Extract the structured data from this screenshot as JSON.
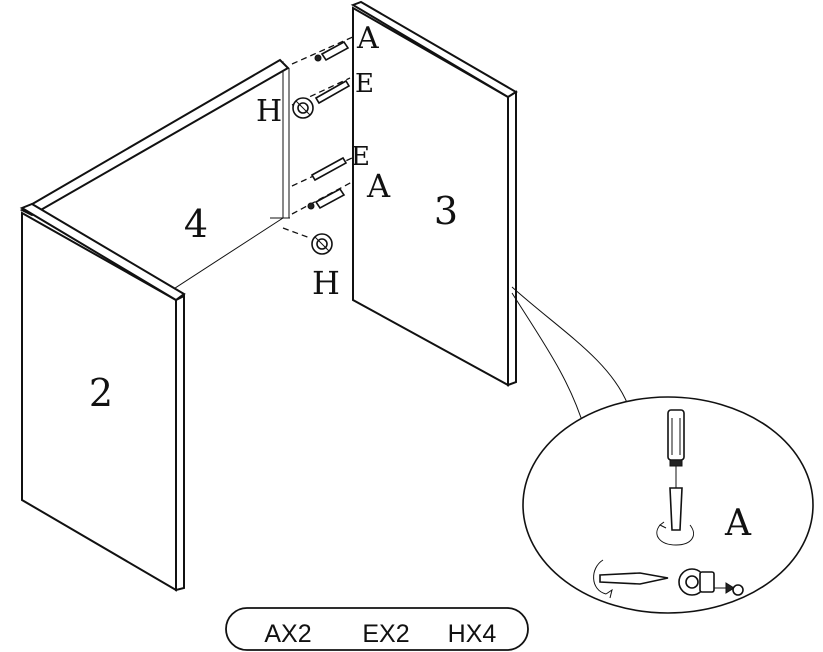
{
  "panels": {
    "panel_2": "2",
    "panel_3": "3",
    "panel_4": "4"
  },
  "hardware_labels": {
    "a_top": "A",
    "e_top": "E",
    "h_top": "H",
    "e_mid": "E",
    "a_mid": "A",
    "h_bottom": "H",
    "a_detail": "A"
  },
  "parts_summary": {
    "a": "AX2",
    "e": "EX2",
    "h": "HX4"
  }
}
